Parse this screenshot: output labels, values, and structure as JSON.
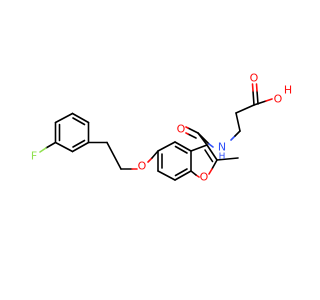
{
  "molecule": {
    "atoms": {
      "fluorine": {
        "label": "F",
        "color": "#90e050"
      },
      "ether_oxygen": {
        "label": "O",
        "color": "#ff0d0d"
      },
      "furan_oxygen": {
        "label": "O",
        "color": "#ff0d0d"
      },
      "amide_oxygen": {
        "label": "O",
        "color": "#ff0d0d"
      },
      "amide_nitrogen": {
        "label": "N",
        "color": "#3050f8"
      },
      "amide_hydrogen": {
        "label": "H",
        "color": "#3050f8"
      },
      "acid_carbonyl_oxygen": {
        "label": "O",
        "color": "#ff0d0d"
      },
      "acid_hydroxyl_oxygen": {
        "label": "O",
        "color": "#ff0d0d"
      },
      "acid_hydroxyl_hydrogen": {
        "label": "H",
        "color": "#ff0d0d"
      }
    },
    "colors": {
      "bond": "#000000",
      "oxygen": "#ff0d0d",
      "nitrogen": "#3050f8",
      "fluorine": "#90e050",
      "background": "#ffffff"
    }
  }
}
